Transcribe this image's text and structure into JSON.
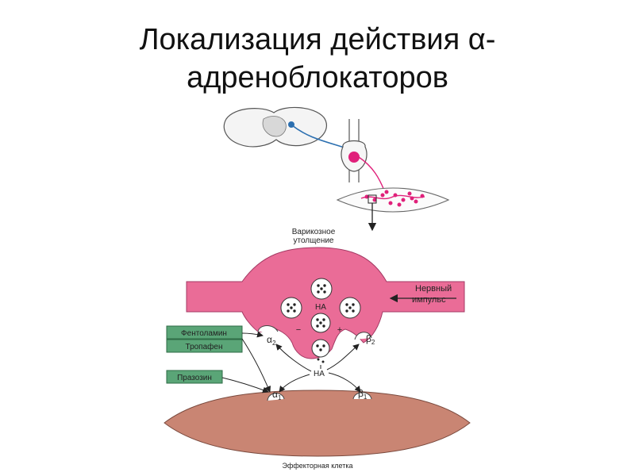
{
  "title": {
    "line1": "Локализация действия α-",
    "line2": "адреноблокаторов"
  },
  "diagram": {
    "varicose_label_1": "Варикозное",
    "varicose_label_2": "утолщение",
    "nerve_impulse_1": "Нервный",
    "nerve_impulse_2": "импульс",
    "na_vesicle_label": "НА",
    "na_released_label": "НА",
    "minus_sign": "−",
    "plus_sign": "+",
    "alpha2": "α",
    "alpha2_sub": "2",
    "beta2": "β",
    "beta2_sub": "2",
    "alpha1": "α",
    "alpha1_sub": "1",
    "beta1": "β",
    "beta1_sub": "1",
    "drug_phentolamine": "Фентоламин",
    "drug_tropafen": "Тропафен",
    "drug_prazosin": "Празозин",
    "effector_cell": "Эффекторная клетка"
  },
  "colors": {
    "terminal_pink": "#ea6c97",
    "neuron_magenta": "#e0207a",
    "effector_cell": "#c98573",
    "drug_box": "#5aa577",
    "nerve_blue": "#2b6fb0"
  }
}
